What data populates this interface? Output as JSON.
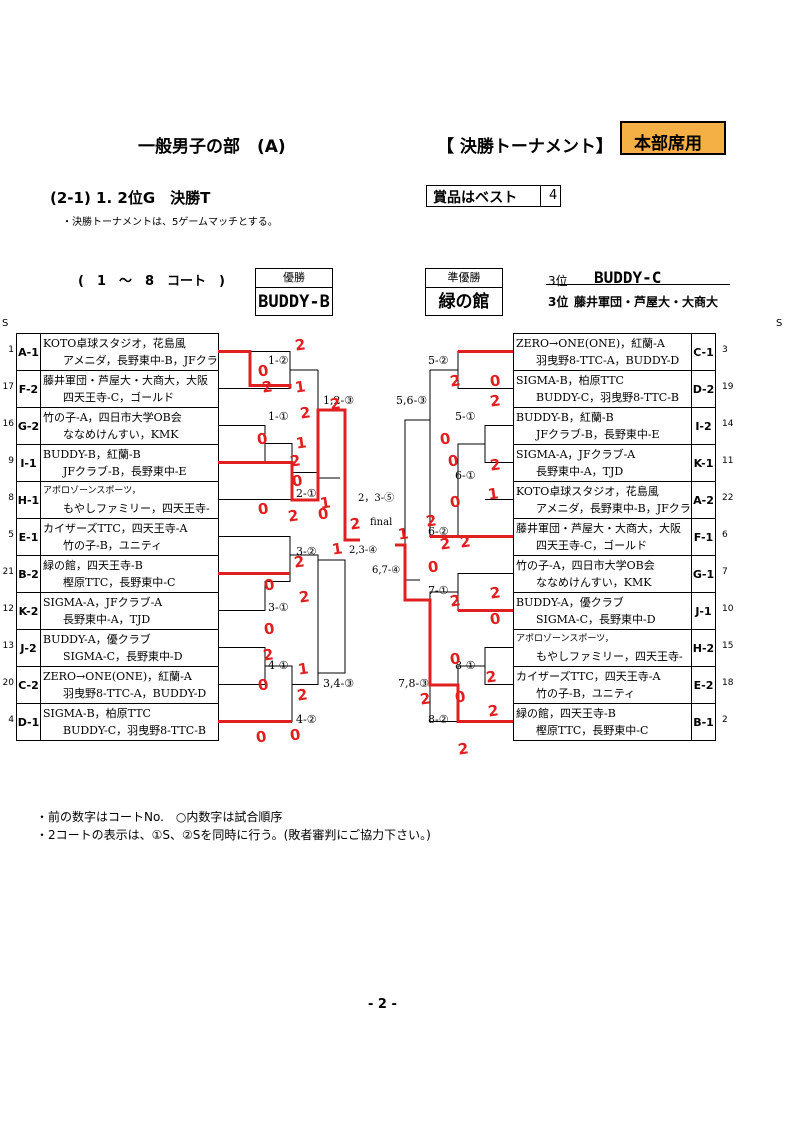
{
  "header": {
    "division": "一般男子の部　(A)",
    "tournament": "【 決勝トーナメント】",
    "hq_label": "本部席用"
  },
  "subheader": {
    "stage": "(2-1) 1. 2位G　決勝T",
    "prize_label": "賞品はベスト",
    "prize_value": "4",
    "note": "・決勝トーナメントは、5ゲームマッチとする。"
  },
  "courts": "(　1　～　8　コート　)",
  "results": {
    "winner_label": "優勝",
    "winner": "BUDDY-B",
    "runner_label": "準優勝",
    "runner": "緑の館",
    "third_1_label": "3位",
    "third_1": "BUDDY-C",
    "third_2_label": "3位",
    "third_2": "藤井軍団・芦屋大・大商大"
  },
  "s_label": "S",
  "left_teams": [
    {
      "s": "1",
      "code": "A-1",
      "l1": "KOTO卓球スタジオ，花島風GET's",
      "l2": "アメニダ，長野東中-B，JFクラブ-C"
    },
    {
      "s": "17",
      "code": "F-2",
      "l1": "藤井軍団・芦屋大・大商大，大阪ナイトクラブ",
      "l2": "四天王寺-C，ゴールド"
    },
    {
      "s": "16",
      "code": "G-2",
      "l1": "竹の子-A，四日市大学OB会",
      "l2": "ななめけんすい，KMK"
    },
    {
      "s": "9",
      "code": "I-1",
      "l1": "BUDDY-B，紅蘭-B",
      "l2": "JFクラブ-B，長野東中-E"
    },
    {
      "s": "8",
      "code": "H-1",
      "l1": "アポロゾーンスポーツ，ZERO→ONE(ZERO)",
      "l2": "もやしファミリー，四天王寺-D"
    },
    {
      "s": "5",
      "code": "E-1",
      "l1": "カイザーズTTC，四天王寺-A",
      "l2": "竹の子-B，ユニティ"
    },
    {
      "s": "21",
      "code": "B-2",
      "l1": "緑の館，四天王寺-B",
      "l2": "樫原TTC，長野東中-C"
    },
    {
      "s": "12",
      "code": "K-2",
      "l1": "SIGMA-A，JFクラブ-A",
      "l2": "長野東中-A，TJD"
    },
    {
      "s": "13",
      "code": "J-2",
      "l1": "BUDDY-A，優クラブ",
      "l2": "SIGMA-C，長野東中-D"
    },
    {
      "s": "20",
      "code": "C-2",
      "l1": "ZERO→ONE(ONE)，紅蘭-A",
      "l2": "羽曳野8-TTC-A，BUDDY-D"
    },
    {
      "s": "4",
      "code": "D-1",
      "l1": "SIGMA-B，柏原TTC",
      "l2": "BUDDY-C，羽曳野8-TTC-B"
    }
  ],
  "right_teams": [
    {
      "s": "3",
      "code": "C-1",
      "l1": "ZERO→ONE(ONE)，紅蘭-A",
      "l2": "羽曳野8-TTC-A，BUDDY-D"
    },
    {
      "s": "19",
      "code": "D-2",
      "l1": "SIGMA-B，柏原TTC",
      "l2": "BUDDY-C，羽曳野8-TTC-B"
    },
    {
      "s": "14",
      "code": "I-2",
      "l1": "BUDDY-B，紅蘭-B",
      "l2": "JFクラブ-B，長野東中-E"
    },
    {
      "s": "11",
      "code": "K-1",
      "l1": "SIGMA-A，JFクラブ-A",
      "l2": "長野東中-A，TJD"
    },
    {
      "s": "22",
      "code": "A-2",
      "l1": "KOTO卓球スタジオ，花島風GET's",
      "l2": "アメニダ，長野東中-B，JFクラブ-C"
    },
    {
      "s": "6",
      "code": "F-1",
      "l1": "藤井軍団・芦屋大・大商大，大阪ナイトクラブ",
      "l2": "四天王寺-C，ゴールド"
    },
    {
      "s": "7",
      "code": "G-1",
      "l1": "竹の子-A，四日市大学OB会",
      "l2": "ななめけんすい，KMK"
    },
    {
      "s": "10",
      "code": "J-1",
      "l1": "BUDDY-A，優クラブ",
      "l2": "SIGMA-C，長野東中-D"
    },
    {
      "s": "15",
      "code": "H-2",
      "l1": "アポロゾーンスポーツ，ZERO→ONE(ZERO)",
      "l2": "もやしファミリー，四天王寺-D"
    },
    {
      "s": "18",
      "code": "E-2",
      "l1": "カイザーズTTC，四天王寺-A",
      "l2": "竹の子-B，ユニティ"
    },
    {
      "s": "2",
      "code": "B-1",
      "l1": "緑の館，四天王寺-B",
      "l2": "樫原TTC，長野東中-C"
    }
  ],
  "match_labels_left": [
    "1-②",
    "1-①",
    "2-①",
    "3-②",
    "3-①",
    "4-①",
    "4-②",
    "1,2-③",
    "3,4-③"
  ],
  "match_labels_right": [
    "5-②",
    "5-①",
    "6-①",
    "6-②",
    "7-①",
    "8-①",
    "8-②",
    "5,6-③",
    "7,8-③"
  ],
  "center_labels": {
    "semi_a": "2，3-⑤",
    "final": "final",
    "semi_b": "2,3-④",
    "semi_c": "6,7-④"
  },
  "scores": [
    "2",
    "0",
    "2",
    "1",
    "0",
    "2",
    "1",
    "2",
    "0",
    "2",
    "0",
    "1",
    "2",
    "2",
    "1",
    "0",
    "0",
    "2",
    "2",
    "0",
    "0",
    "2",
    "2",
    "0",
    "2",
    "0",
    "2",
    "1",
    "0",
    "2",
    "0",
    "2",
    "2",
    "1",
    "0",
    "2",
    "0",
    "0",
    "2",
    "2",
    "0",
    "0",
    "2",
    "0",
    "2",
    "2",
    "2",
    "1"
  ],
  "footer": {
    "note1": "・前の数字はコートNo.　○内数字は試合順序",
    "note2": "・2コートの表示は、①S、②Sを同時に行う。(敗者審判にご協力下さい。)",
    "page": "- 2 -"
  },
  "colors": {
    "ink": "#000000",
    "red": "#e02020",
    "hq_bg": "#f5b045"
  }
}
